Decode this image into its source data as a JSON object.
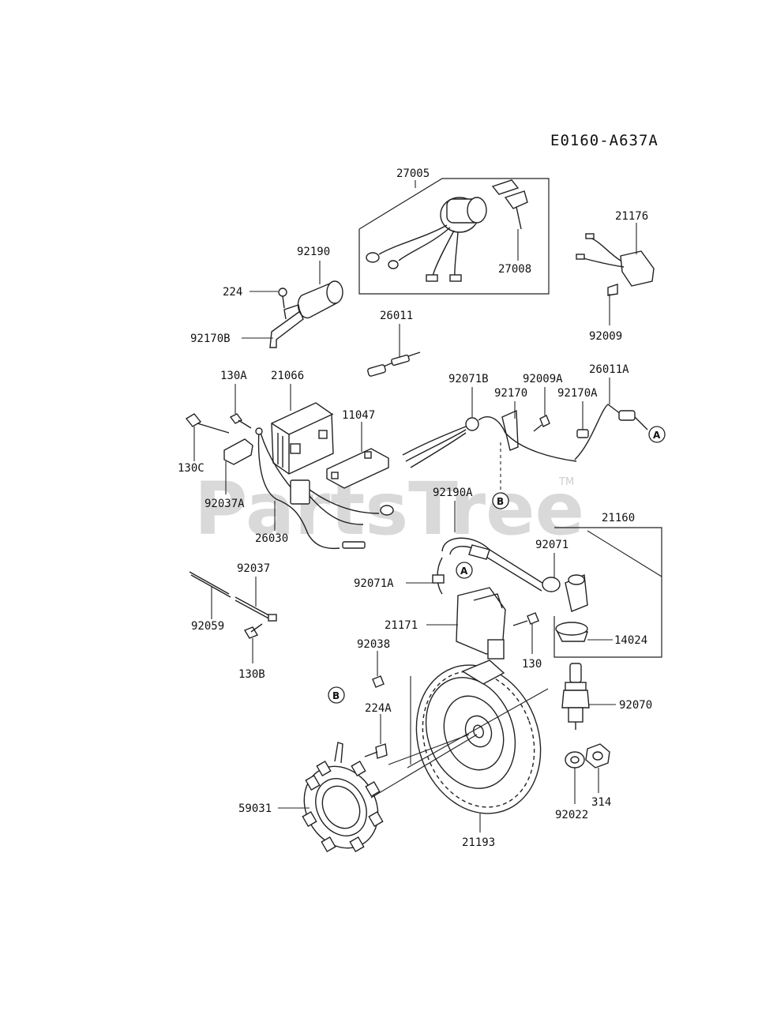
{
  "diagram_code": "E0160-A637A",
  "watermark": {
    "text": "PartsTree",
    "trademark": "TM"
  },
  "parts": {
    "p27005": "27005",
    "p27008": "27008",
    "p21176": "21176",
    "p92009": "92009",
    "p92190": "92190",
    "p224": "224",
    "p92170B": "92170B",
    "p26011": "26011",
    "p130A": "130A",
    "p21066": "21066",
    "p11047": "11047",
    "p130C": "130C",
    "p92037A": "92037A",
    "p26030": "26030",
    "p92071B": "92071B",
    "p92009A": "92009A",
    "p92170": "92170",
    "p92170A": "92170A",
    "p26011A": "26011A",
    "p92190A": "92190A",
    "p21160": "21160",
    "p92071": "92071",
    "p92071A": "92071A",
    "p21171": "21171",
    "p130": "130",
    "p14024": "14024",
    "p92037": "92037",
    "p92059": "92059",
    "p130B": "130B",
    "p92038": "92038",
    "p224A": "224A",
    "p92070": "92070",
    "p59031": "59031",
    "p21193": "21193",
    "p92022": "92022",
    "p314": "314"
  },
  "refs": {
    "a": "A",
    "b": "B"
  }
}
